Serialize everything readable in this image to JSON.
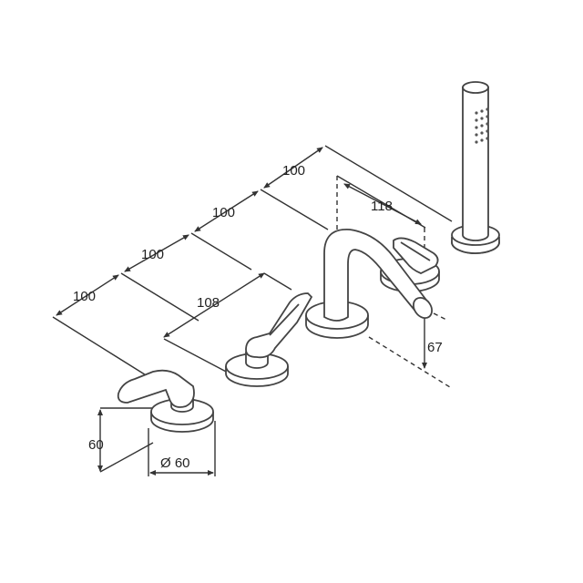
{
  "dimensions": {
    "spacing_1": "100",
    "spacing_2": "100",
    "spacing_3": "100",
    "spacing_4": "100",
    "lever_reach": "108",
    "spout_reach": "118",
    "spout_height": "67",
    "base_height": "60",
    "base_diameter": "Ø 60"
  }
}
